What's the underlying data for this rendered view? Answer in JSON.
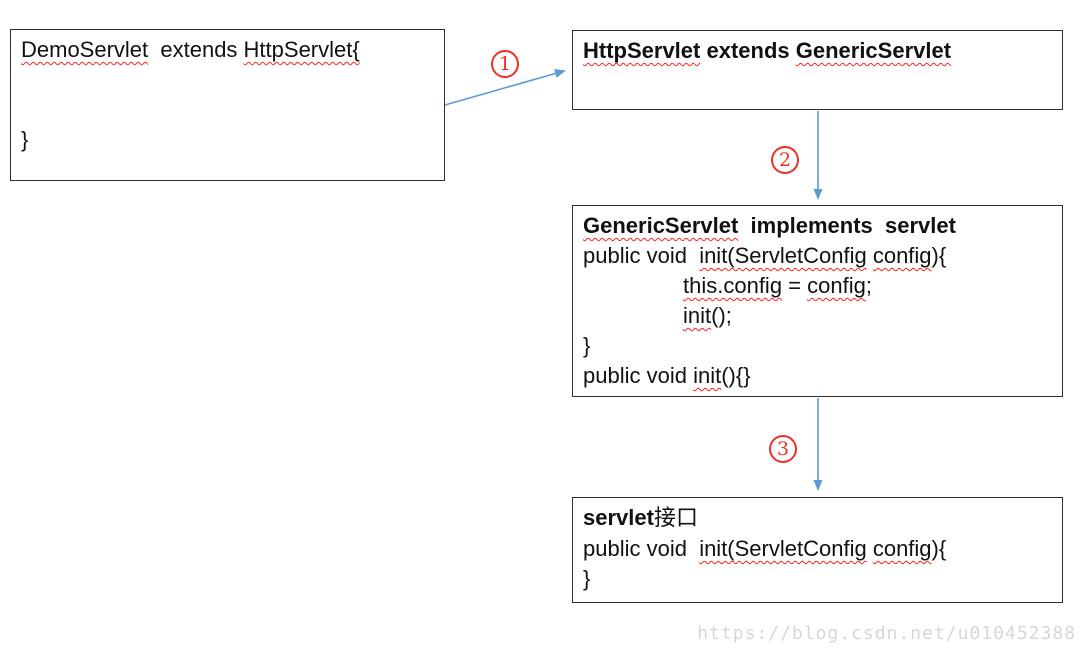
{
  "steps": {
    "one": "1",
    "two": "2",
    "three": "3"
  },
  "watermark": "https://blog.csdn.net/u010452388",
  "colors": {
    "arrow": "#5b9bd5",
    "step_red": "#ee3124",
    "squiggle_red": "#ff2020",
    "border": "#2f2f2f",
    "text": "#111111",
    "watermark": "#d8d8d0"
  },
  "boxes": {
    "demo": {
      "line1": [
        {
          "text": "DemoServlet",
          "squiggle": true
        },
        {
          "text": "  extends ",
          "squiggle": false
        },
        {
          "text": "HttpServlet{",
          "squiggle": true
        }
      ],
      "close_brace": "}"
    },
    "http": {
      "title": [
        {
          "text": "HttpServlet",
          "squiggle": true
        },
        {
          "text": " extends ",
          "squiggle": false
        },
        {
          "text": "GenericServlet",
          "squiggle": true
        }
      ]
    },
    "generic": {
      "title": [
        {
          "text": "GenericServlet",
          "squiggle": true
        },
        {
          "text": "  implements  servlet",
          "squiggle": false
        }
      ],
      "line2": [
        {
          "text": "public void  ",
          "squiggle": false
        },
        {
          "text": "init(ServletConfig",
          "squiggle": true
        },
        {
          "text": " ",
          "squiggle": false
        },
        {
          "text": "config",
          "squiggle": true
        },
        {
          "text": "){",
          "squiggle": false
        }
      ],
      "line3": [
        {
          "text": "this.config",
          "squiggle": true
        },
        {
          "text": " = ",
          "squiggle": false
        },
        {
          "text": "config",
          "squiggle": true
        },
        {
          "text": ";",
          "squiggle": false
        }
      ],
      "line4": [
        {
          "text": "init",
          "squiggle": true
        },
        {
          "text": "();",
          "squiggle": false
        }
      ],
      "line5": [
        {
          "text": "}",
          "squiggle": false
        }
      ],
      "line6": [
        {
          "text": "public void ",
          "squiggle": false
        },
        {
          "text": "init",
          "squiggle": true
        },
        {
          "text": "(){}",
          "squiggle": false
        }
      ]
    },
    "servlet": {
      "title": [
        {
          "text": "servlet",
          "squiggle": false
        },
        {
          "text": "接口",
          "squiggle": false,
          "cjk": true
        }
      ],
      "line2": [
        {
          "text": "public void  ",
          "squiggle": false
        },
        {
          "text": "init(ServletConfig",
          "squiggle": true
        },
        {
          "text": " ",
          "squiggle": false
        },
        {
          "text": "config",
          "squiggle": true
        },
        {
          "text": "){",
          "squiggle": false
        }
      ],
      "line3": [
        {
          "text": "}",
          "squiggle": false
        }
      ]
    }
  }
}
